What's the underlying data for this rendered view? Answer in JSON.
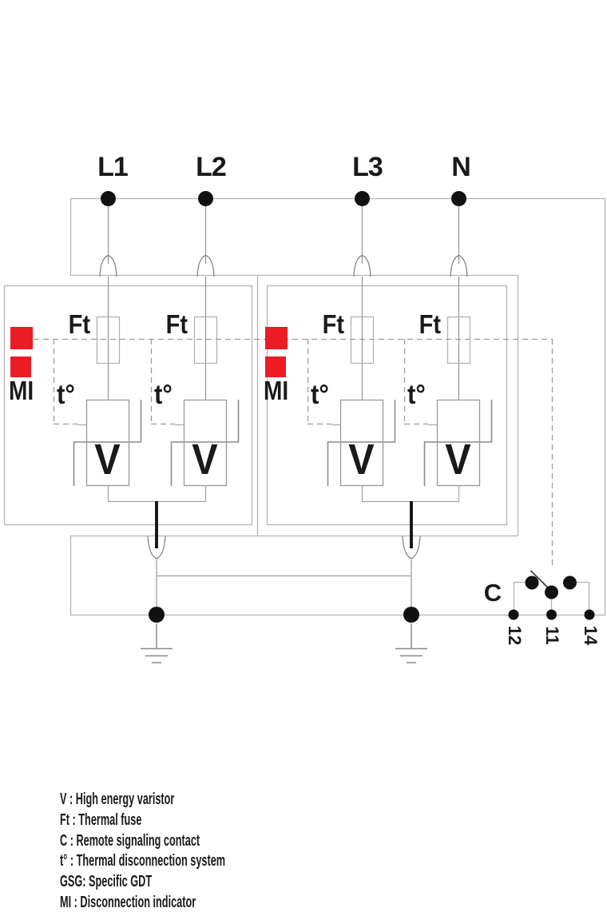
{
  "diagram": {
    "phase_labels": {
      "l1": "L1",
      "l2": "L2",
      "l3": "L3",
      "n": "N"
    },
    "component_labels": {
      "thermal_fuse": "Ft",
      "thermal_disconnector": "t°",
      "varistor": "V",
      "disconnection_indicator": "MI",
      "remote_contact": "C"
    },
    "contact_terminal_numbers": {
      "t12": "12",
      "t11": "11",
      "t14": "14"
    },
    "colors": {
      "indicator_red": "#ec1c24",
      "frame_gray": "#b4b4b8",
      "wire_gray": "#8f8f93",
      "black": "#111111"
    }
  },
  "legend": {
    "items": [
      "V : High energy varistor",
      "Ft : Thermal fuse",
      "C : Remote signaling contact",
      "t° : Thermal disconnection system",
      "GSG: Specific GDT",
      "MI : Disconnection indicator"
    ]
  }
}
